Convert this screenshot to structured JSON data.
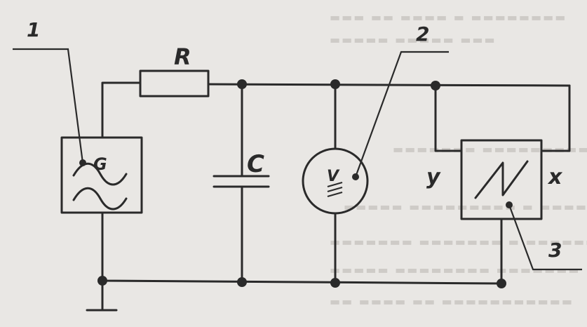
{
  "labels": {
    "callout_1": "1",
    "callout_2": "2",
    "callout_3": "3",
    "resistor": "R",
    "capacitor": "C",
    "generator": "G",
    "indicator": "V",
    "oscilloscope_y": "y",
    "oscilloscope_x": "x"
  },
  "colors": {
    "ink": "#2a2a2a",
    "paper": "#e9e7e4"
  },
  "components": [
    {
      "id": "generator",
      "icon": "sine-wave-generator-icon"
    },
    {
      "id": "resistor",
      "icon": "resistor-symbol"
    },
    {
      "id": "capacitor",
      "icon": "capacitor-symbol"
    },
    {
      "id": "indicator",
      "icon": "neon-lamp-indicator-icon"
    },
    {
      "id": "oscilloscope",
      "icon": "sawtooth-sweep-icon"
    },
    {
      "id": "ground",
      "icon": "ground-symbol"
    }
  ]
}
